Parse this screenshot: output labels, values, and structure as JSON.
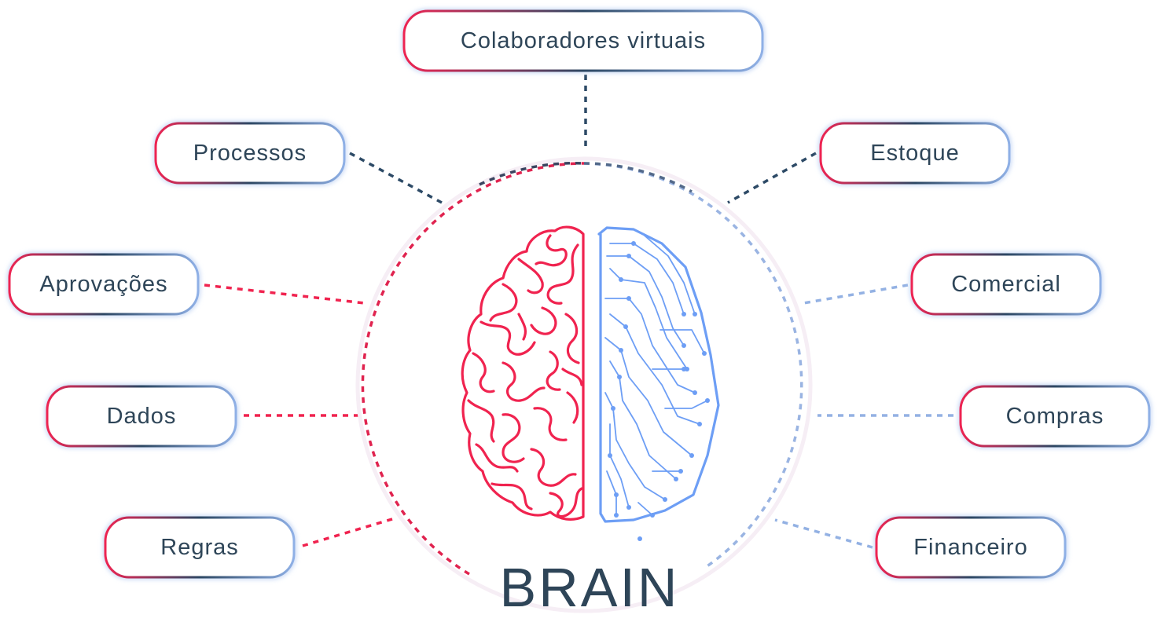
{
  "title": "BRAIN",
  "colors": {
    "human": "#f0234f",
    "machine": "#6d9ef5",
    "text": "#2e4558",
    "left_connector": "#f0234f",
    "right_connector": "#93b1e3",
    "top_connector": "#2d4a66"
  },
  "icons": {
    "center": "brain-half-organic-half-circuit-icon"
  },
  "nodes": {
    "top": {
      "label": "Colaboradores virtuais"
    },
    "left": [
      {
        "label": "Processos"
      },
      {
        "label": "Aprovações"
      },
      {
        "label": "Dados"
      },
      {
        "label": "Regras"
      }
    ],
    "right": [
      {
        "label": "Estoque"
      },
      {
        "label": "Comercial"
      },
      {
        "label": "Compras"
      },
      {
        "label": "Financeiro"
      }
    ]
  }
}
